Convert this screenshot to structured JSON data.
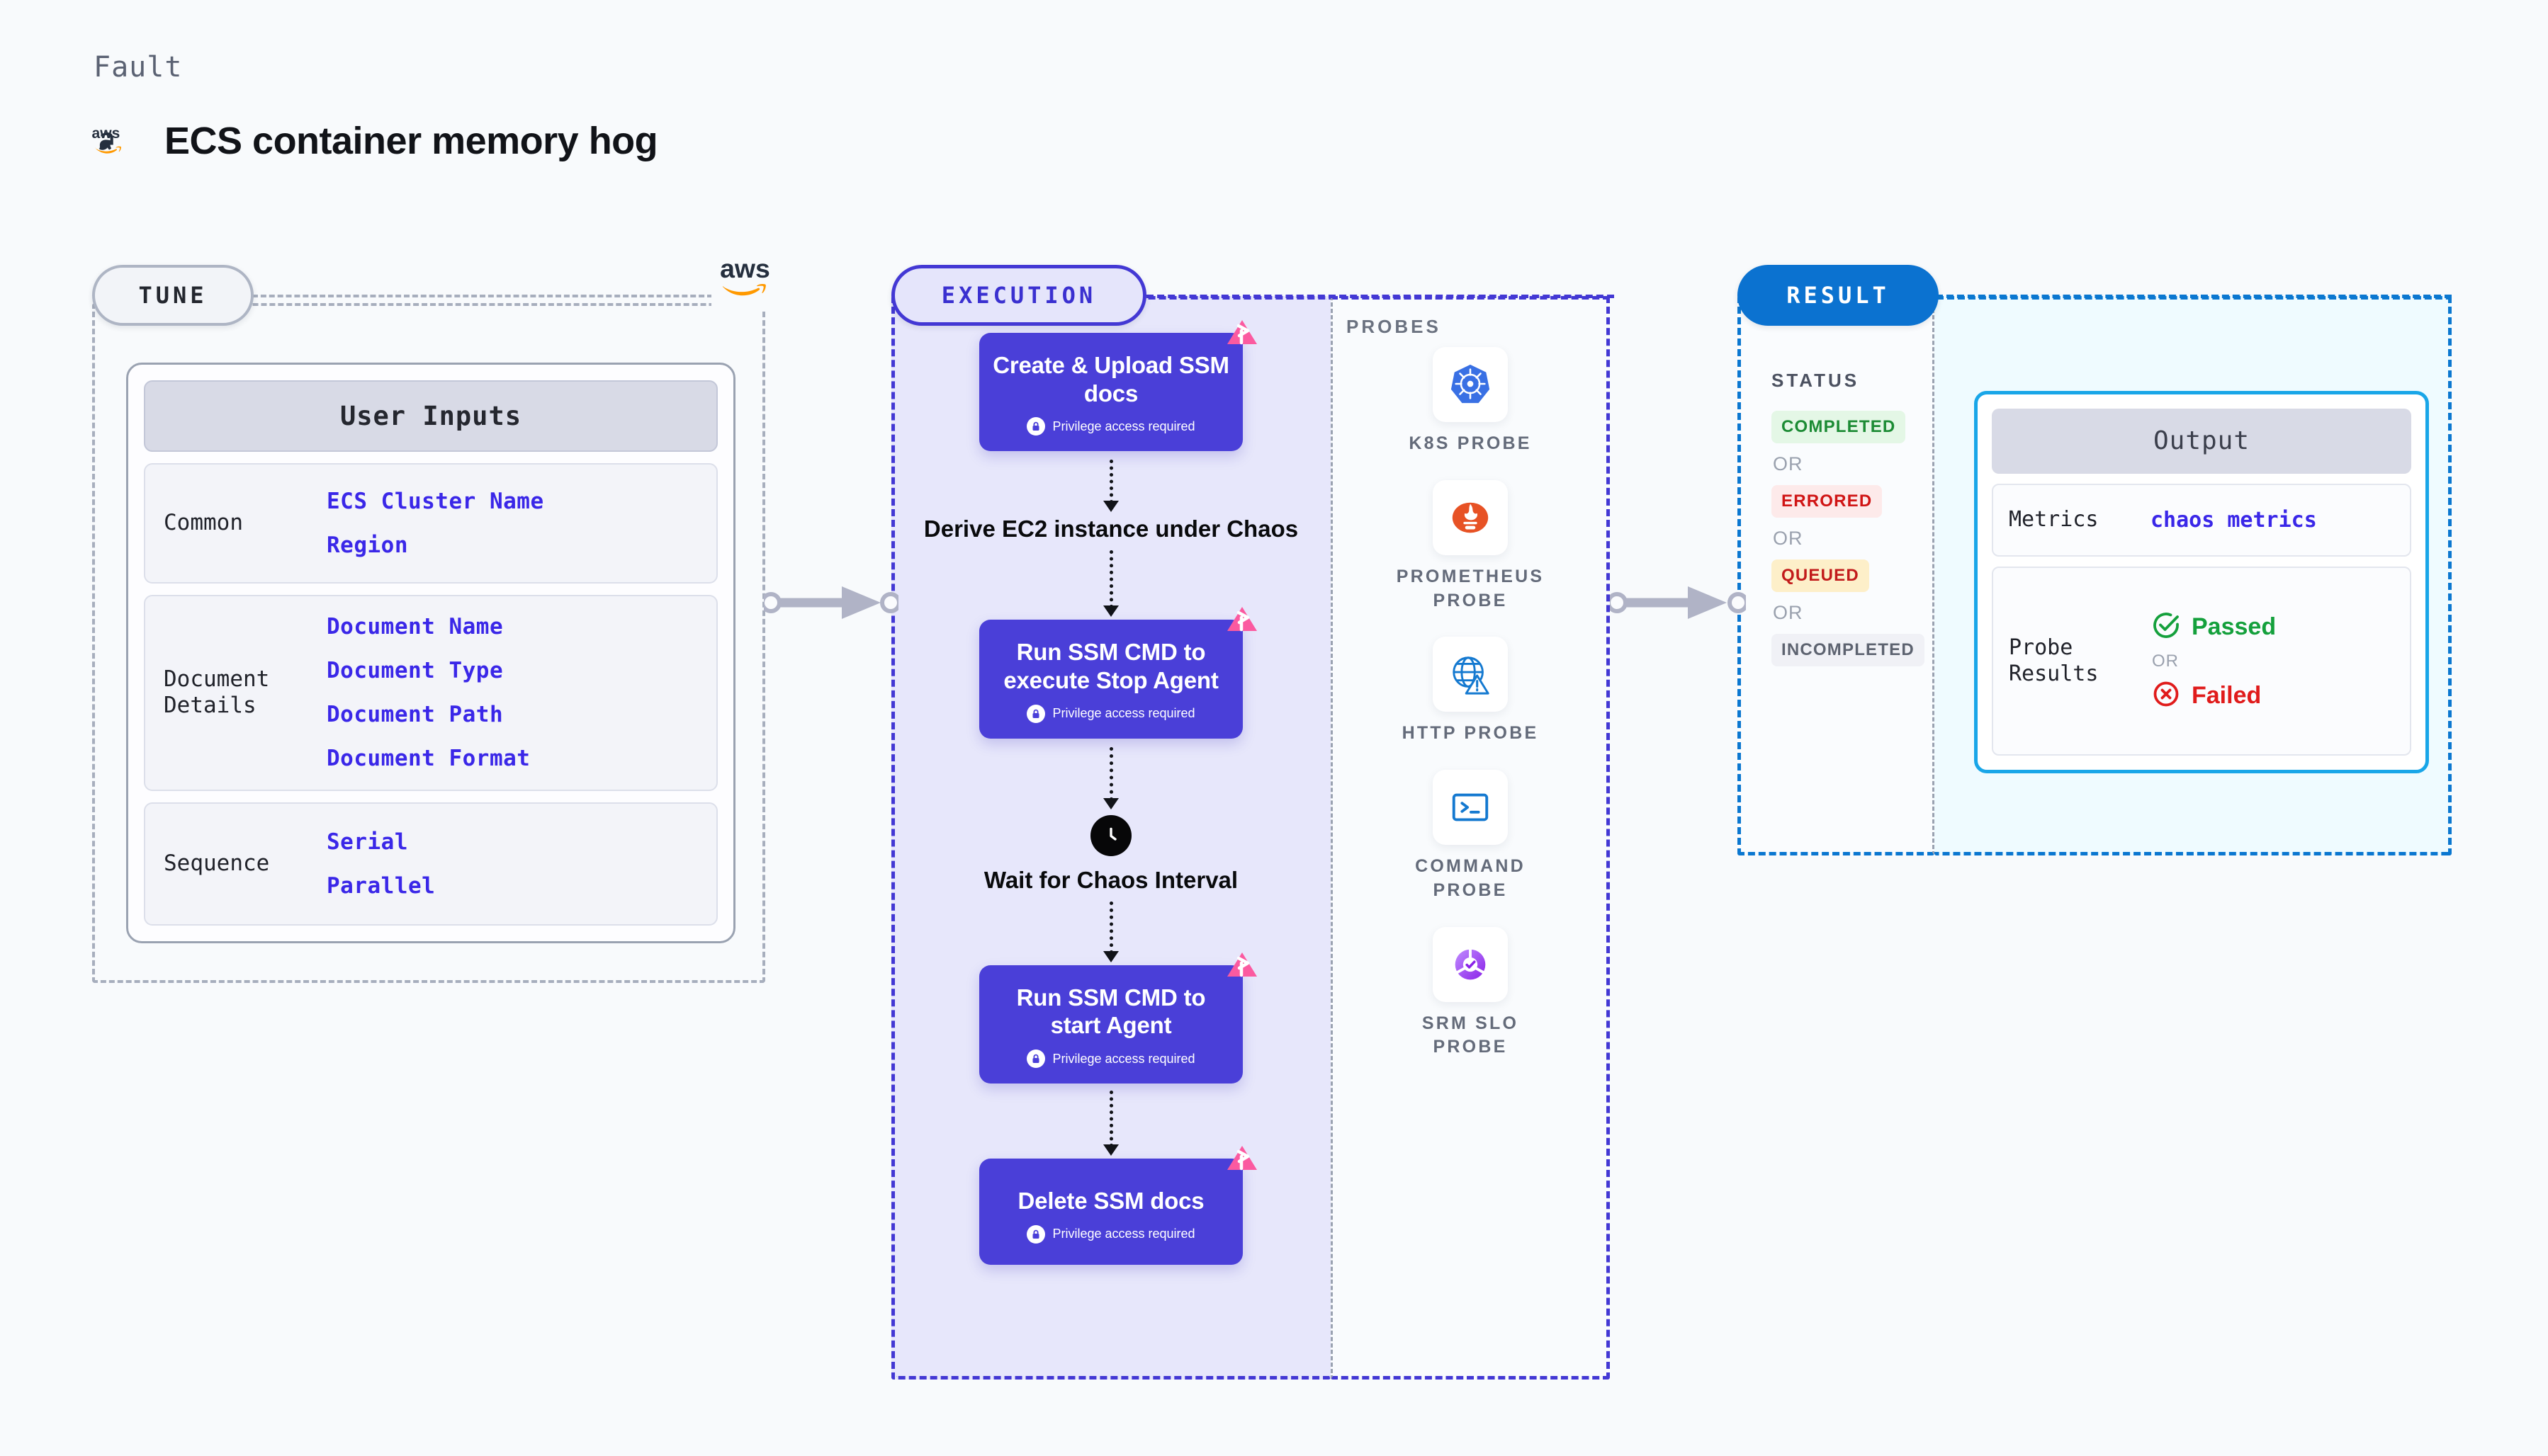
{
  "header": {
    "eyebrow": "Fault",
    "title": "ECS container memory hog",
    "logo_icon": "aws-logo"
  },
  "tune": {
    "pill_label": "TUNE",
    "brand_icon": "aws-logo",
    "card": {
      "title": "User Inputs",
      "rows": [
        {
          "label": "Common",
          "values": [
            "ECS Cluster Name",
            "Region"
          ]
        },
        {
          "label": "Document Details",
          "values": [
            "Document Name",
            "Document Type",
            "Document Path",
            "Document Format"
          ]
        },
        {
          "label": "Sequence",
          "values": [
            "Serial",
            "Parallel"
          ]
        }
      ]
    }
  },
  "execution": {
    "pill_label": "EXECUTION",
    "privilege_note": "Privilege access required",
    "steps": [
      {
        "type": "task",
        "title": "Create & Upload SSM docs",
        "privileged": true,
        "icon": "chaos-flag-icon"
      },
      {
        "type": "plain",
        "title": "Derive EC2 instance under Chaos"
      },
      {
        "type": "task",
        "title": "Run SSM CMD to execute Stop Agent",
        "privileged": true,
        "icon": "chaos-flag-icon"
      },
      {
        "type": "wait",
        "title": "Wait for Chaos Interval",
        "icon": "clock-icon"
      },
      {
        "type": "task",
        "title": "Run SSM CMD to start Agent",
        "privileged": true,
        "icon": "chaos-flag-icon"
      },
      {
        "type": "task",
        "title": "Delete SSM docs",
        "privileged": true,
        "icon": "chaos-flag-icon"
      }
    ]
  },
  "probes": {
    "label": "PROBES",
    "items": [
      {
        "name": "K8S PROBE",
        "icon": "kubernetes-icon"
      },
      {
        "name": "PROMETHEUS PROBE",
        "icon": "prometheus-icon"
      },
      {
        "name": "HTTP PROBE",
        "icon": "http-globe-icon"
      },
      {
        "name": "COMMAND PROBE",
        "icon": "terminal-icon"
      },
      {
        "name": "SRM SLO PROBE",
        "icon": "srm-slo-icon"
      }
    ]
  },
  "result": {
    "pill_label": "RESULT",
    "status_label": "STATUS",
    "or_label": "OR",
    "statuses": [
      {
        "label": "COMPLETED",
        "color": "#1c8b34",
        "bg": "#e4f7e6"
      },
      {
        "label": "ERRORED",
        "color": "#d01515",
        "bg": "#fdeaea"
      },
      {
        "label": "QUEUED",
        "color": "#c21b1b",
        "bg": "#fdefc9"
      },
      {
        "label": "INCOMPLETED",
        "color": "#5d6370",
        "bg": "#f0f1f6"
      }
    ],
    "output": {
      "title": "Output",
      "metrics_label": "Metrics",
      "metrics_value": "chaos metrics",
      "probe_results_label": "Probe Results",
      "passed_label": "Passed",
      "failed_label": "Failed",
      "or_label": "OR",
      "passed_icon": "check-circle-icon",
      "failed_icon": "x-circle-icon"
    }
  },
  "colors": {
    "node_purple": "#4a3fd8",
    "chaos_pink": "#fb5aa0",
    "result_blue": "#0b72d0",
    "output_border": "#19a6e8",
    "input_link": "#3a27e8"
  }
}
